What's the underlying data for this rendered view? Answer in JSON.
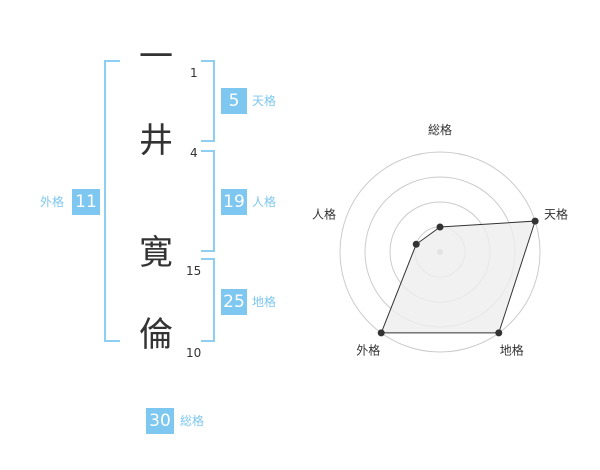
{
  "name": {
    "chars": [
      {
        "char": "一",
        "strokes": "1"
      },
      {
        "char": "井",
        "strokes": "4"
      },
      {
        "char": "寛",
        "strokes": "15"
      },
      {
        "char": "倫",
        "strokes": "10"
      }
    ]
  },
  "fortunes": {
    "ten": {
      "value": "5",
      "label": "天格"
    },
    "jin": {
      "value": "19",
      "label": "人格"
    },
    "chi": {
      "value": "25",
      "label": "地格"
    },
    "gai": {
      "value": "11",
      "label": "外格"
    },
    "sou": {
      "value": "30",
      "label": "総格"
    }
  },
  "chart_data": {
    "type": "radar",
    "axes": [
      "総格",
      "天格",
      "地格",
      "外格",
      "人格"
    ],
    "rings": 4,
    "max": 4,
    "values": [
      1,
      4,
      4,
      4,
      1
    ],
    "colors": {
      "fill": "#eeeeee",
      "line": "#333333",
      "grid": "#cccccc"
    }
  },
  "colors": {
    "accent": "#7dc7f0",
    "bracket": "#8ccff2"
  }
}
